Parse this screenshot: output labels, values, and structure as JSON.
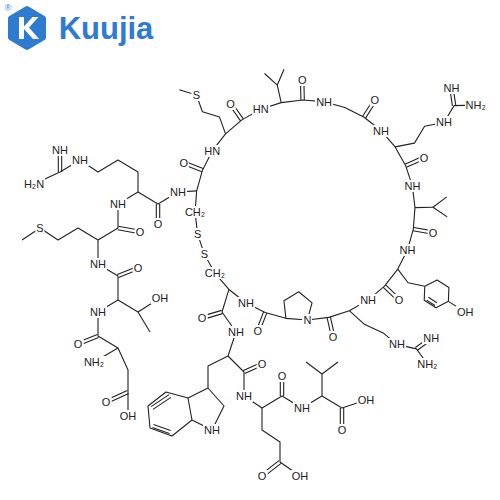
{
  "diagram": {
    "labels": [
      "Kuujia",
      "®",
      "O",
      "HN",
      "S",
      "O",
      "HN",
      "O",
      "NH",
      "O",
      "NH",
      "NH",
      "NH",
      "NH₂",
      "O",
      "NH",
      "O",
      "NH",
      "OH",
      "O",
      "NH",
      "NH",
      "NH",
      "NH₂",
      "O",
      "N",
      "O",
      "NH",
      "CH₂",
      "S",
      "S",
      "CH₂",
      "NH",
      "O",
      "NH",
      "NH",
      "H₂N",
      "NH",
      "O",
      "S",
      "NH",
      "O",
      "OH",
      "NH",
      "O",
      "NH₂",
      "O",
      "OH",
      "O",
      "NH",
      "O",
      "NH",
      "NH",
      "O",
      "O",
      "OH",
      "NH",
      "O",
      "OH"
    ]
  }
}
